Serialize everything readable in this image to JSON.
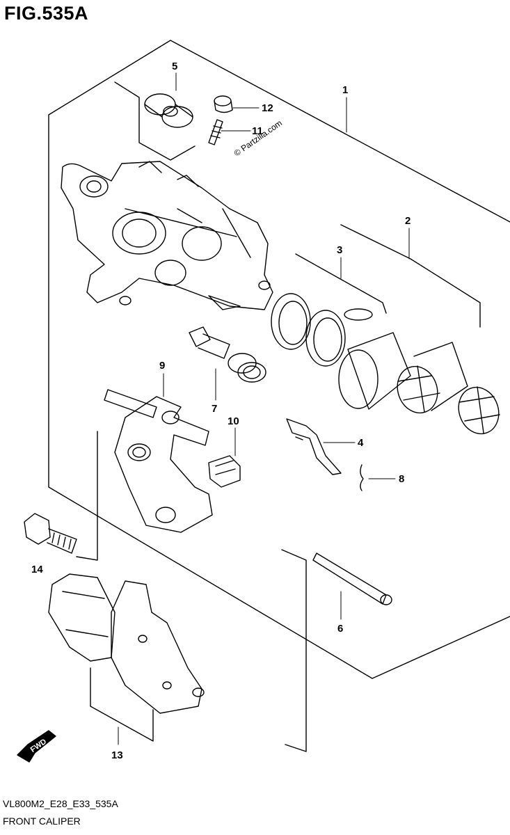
{
  "figure": {
    "title": "FIG.535A",
    "code": "VL800M2_E28_E33_535A",
    "name": "FRONT CALIPER",
    "watermark": "© Partzilla.com",
    "fwd_label": "FWD"
  },
  "parts": [
    {
      "number": "1"
    },
    {
      "number": "2"
    },
    {
      "number": "3"
    },
    {
      "number": "4"
    },
    {
      "number": "5"
    },
    {
      "number": "6"
    },
    {
      "number": "7"
    },
    {
      "number": "8"
    },
    {
      "number": "9"
    },
    {
      "number": "10"
    },
    {
      "number": "11"
    },
    {
      "number": "12"
    },
    {
      "number": "13"
    },
    {
      "number": "14"
    }
  ],
  "colors": {
    "ink": "#000000",
    "paper": "#ffffff"
  }
}
